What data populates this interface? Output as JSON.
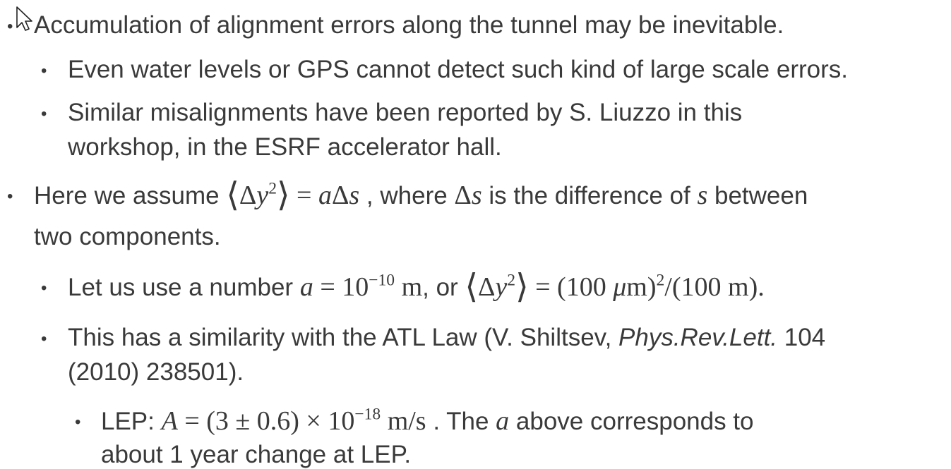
{
  "bullets": [
    {
      "text": "Accumulation of alignment errors along the tunnel may be inevitable."
    },
    {
      "text": "Even water levels or GPS cannot detect such kind of large scale errors."
    },
    {
      "line1": "Similar misalignments have been reported by S. Liuzzo in this",
      "line2": "workshop, in the ESRF accelerator hall."
    },
    {
      "t1": "Here we assume ",
      "m_delta": "Δ",
      "m_y": "y",
      "m_sq": "2",
      "m_eq": " = ",
      "m_a": "a",
      "m_s": "s",
      "t2": " , where ",
      "t3": " is the difference of ",
      "t4": " between",
      "line2": "two components."
    },
    {
      "t1": "Let us use a number ",
      "m_a": "a",
      "m_eq": " = 10",
      "m_exp": "−10",
      "m_unit": " m",
      "t2": ", or ",
      "m_eq2": " = (100 ",
      "m_mu": "μ",
      "m_m": "m)",
      "m_sq": "2",
      "m_rest": "/(100 m)."
    },
    {
      "t1": "This has a similarity with the ATL Law (V. Shiltsev, ",
      "journal": "Phys.Rev.Lett.",
      "t2": " 104",
      "line2": "(2010) 238501)."
    },
    {
      "t1": "LEP: ",
      "m_A": "A",
      "m_eq": " = (3 ± 0.6) × 10",
      "m_exp": "−18",
      "m_unit": " m/s",
      "t2": " . The ",
      "m_a": "a",
      "t3": " above corresponds to",
      "line2": "about 1 year change at LEP."
    }
  ],
  "bullet_glyph": "•",
  "bracket_left": "⟨",
  "bracket_right": "⟩",
  "icons": {
    "cursor": "mouse-pointer-icon"
  }
}
